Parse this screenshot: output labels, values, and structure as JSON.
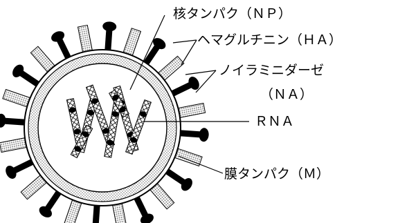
{
  "labels": {
    "np": "核タンパク（ＮＰ）",
    "ha": "ヘマグルチニン（ＨＡ）",
    "na_line1": "ノイラミニダーゼ",
    "na_line2": "（ＮＡ）",
    "rna": "ＲＮＡ",
    "m": "膜タンパク（Ｍ）"
  }
}
